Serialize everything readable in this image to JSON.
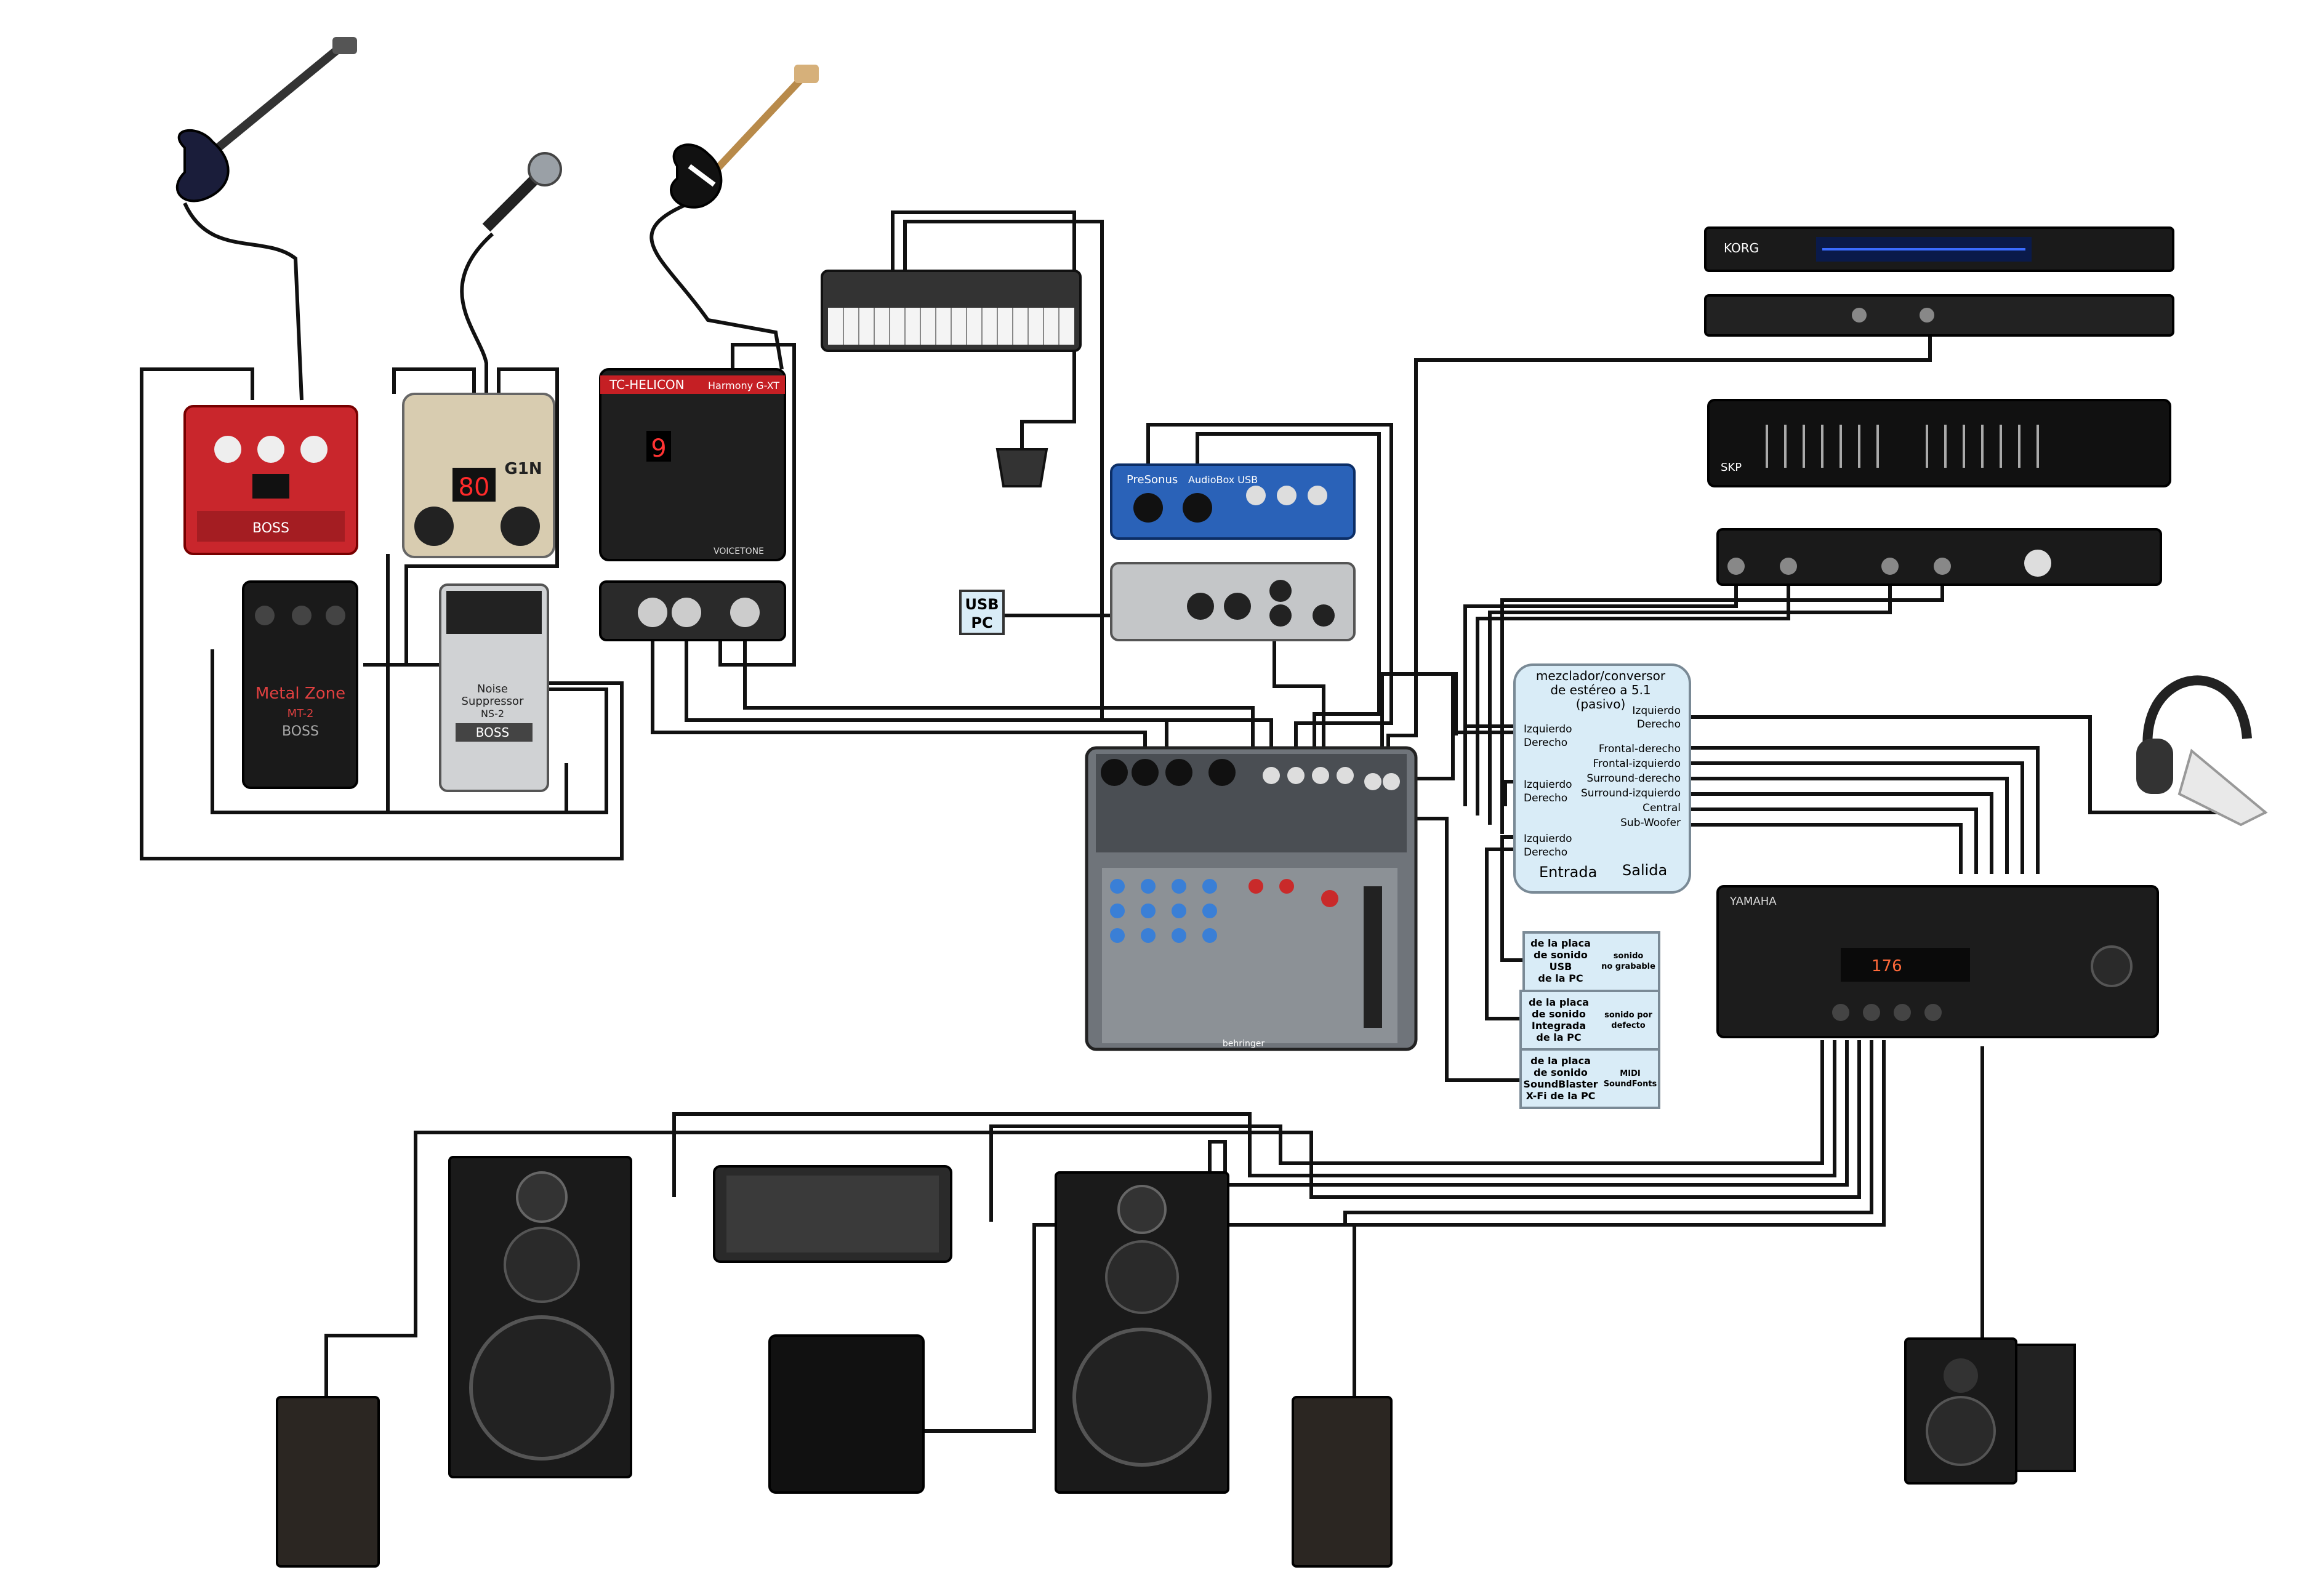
{
  "usb_pc": {
    "line1": "USB",
    "line2": "PC"
  },
  "converter": {
    "title_line1": "mezclador/conversor",
    "title_line2": "de estéreo a 5.1",
    "title_line3": "(pasivo)",
    "in1_left": "Izquierdo",
    "in1_right": "Derecho",
    "in2_left": "Izquierdo",
    "in2_right": "Derecho",
    "in3_left": "Izquierdo",
    "in3_right": "Derecho",
    "out_left": "Izquierdo",
    "out_right": "Derecho",
    "out_front_right": "Frontal-derecho",
    "out_front_left": "Frontal-izquierdo",
    "out_surround_right": "Surround-derecho",
    "out_surround_left": "Surround-izquierdo",
    "out_center": "Central",
    "out_subwoofer": "Sub-Woofer",
    "label_input": "Entrada",
    "label_output": "Salida"
  },
  "sources": {
    "usb": {
      "l1": "de la placa",
      "l2": "de sonido",
      "l3": "USB",
      "l4": "de la PC",
      "note1": "sonido",
      "note2": "no grabable"
    },
    "integrated": {
      "l1": "de la placa",
      "l2": "de sonido",
      "l3": "Integrada",
      "l4": "de la PC",
      "note1": "sonido por",
      "note2": "defecto"
    },
    "soundblaster": {
      "l1": "de la placa",
      "l2": "de sonido",
      "l3": "SoundBlaster",
      "l4": "X-Fi de la PC",
      "note1": "MIDI",
      "note2": "SoundFonts"
    }
  },
  "devices": {
    "bass_pedal": {
      "brand": "BOSS"
    },
    "zoom": {
      "brand": "G1N",
      "display": "80"
    },
    "tc": {
      "brand": "TC-HELICON",
      "model": "Harmony G-XT",
      "display": "9",
      "footer": "VOICETONE"
    },
    "metal_zone": {
      "name": "Metal Zone",
      "model": "MT-2",
      "brand": "BOSS"
    },
    "noise_suppressor": {
      "name_line1": "Noise",
      "name_line2": "Suppressor",
      "model": "NS-2",
      "brand": "BOSS"
    },
    "audiobox": {
      "brand": "PreSonus",
      "model": "AudioBox USB"
    },
    "korg": {
      "brand": "KORG"
    },
    "skp": {
      "brand": "SKP"
    },
    "receiver": {
      "brand": "YAMAHA",
      "display": "176"
    },
    "mixer": {
      "brand": "behringer"
    }
  },
  "colors": {
    "wire": "#111111",
    "box_fill": "#d9ecf7",
    "box_stroke": "#7a8a96",
    "device_dark": "#222222"
  }
}
